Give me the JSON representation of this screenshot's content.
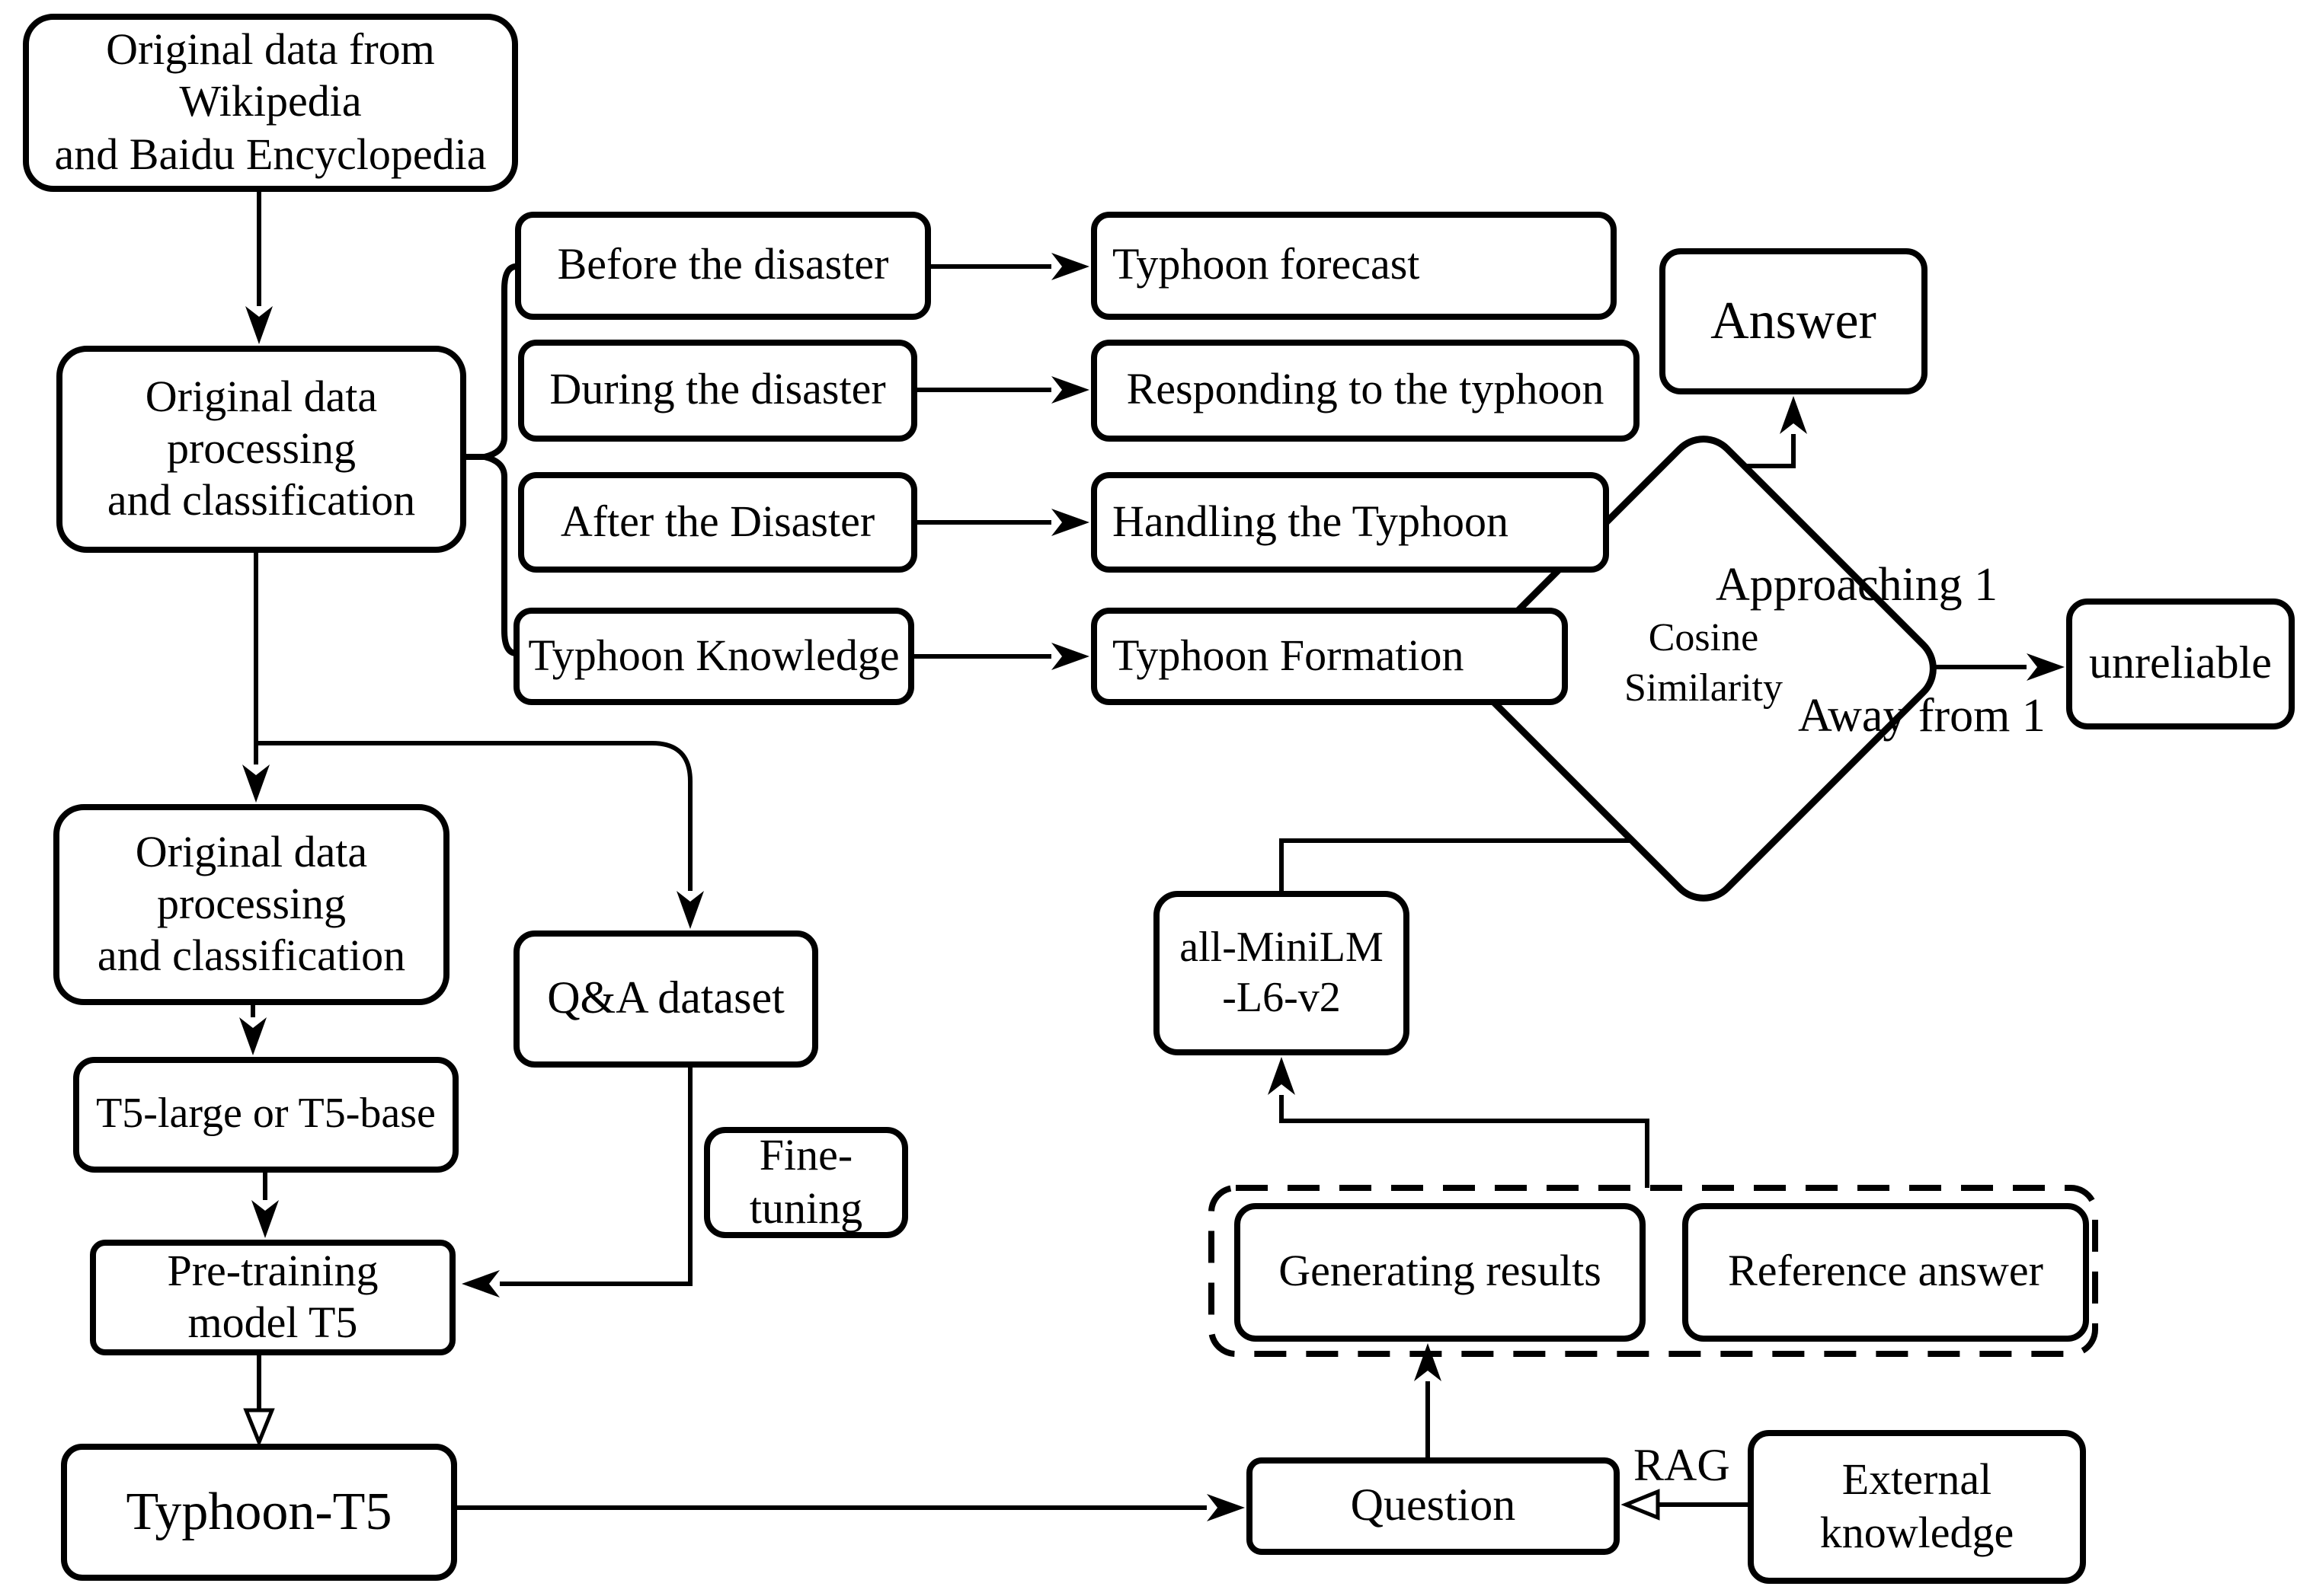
{
  "nodes": {
    "wiki_source": {
      "label": "Original data from\nWikipedia\nand Baidu Encyclopedia"
    },
    "processing_1": {
      "label": "Original data\nprocessing\nand classification"
    },
    "before_disaster": {
      "label": "Before the disaster"
    },
    "during_disaster": {
      "label": "During the disaster"
    },
    "after_disaster": {
      "label": "After the Disaster"
    },
    "typhoon_knowledge": {
      "label": "Typhoon Knowledge"
    },
    "typhoon_forecast": {
      "label": "Typhoon forecast"
    },
    "responding_typhoon": {
      "label": "Responding to the typhoon"
    },
    "handling_typhoon": {
      "label": "Handling the Typhoon"
    },
    "typhoon_formation": {
      "label": "Typhoon Formation"
    },
    "answer": {
      "label": "Answer"
    },
    "cosine_similarity": {
      "label": "Cosine\nSimilarity"
    },
    "unreliable": {
      "label": "unreliable"
    },
    "processing_2": {
      "label": "Original data\nprocessing\nand classification"
    },
    "t5_variants": {
      "label": "T5-large or T5-base"
    },
    "pretraining_t5": {
      "label": "Pre-training\nmodel T5"
    },
    "typhoon_t5": {
      "label": "Typhoon-T5"
    },
    "qa_dataset": {
      "label": "Q&A dataset"
    },
    "fine_tuning": {
      "label": "Fine-\ntuning"
    },
    "minilm": {
      "label": "all-MiniLM\n-L6-v2"
    },
    "generating_results": {
      "label": "Generating results"
    },
    "reference_answer": {
      "label": "Reference answer"
    },
    "question": {
      "label": "Question"
    },
    "external_knowledge": {
      "label": "External\nknowledge"
    }
  },
  "edge_labels": {
    "approaching_1": "Approaching 1",
    "away_from_1": "Away from 1",
    "rag": "RAG"
  },
  "colors": {
    "stroke": "#000000",
    "background": "#ffffff"
  }
}
